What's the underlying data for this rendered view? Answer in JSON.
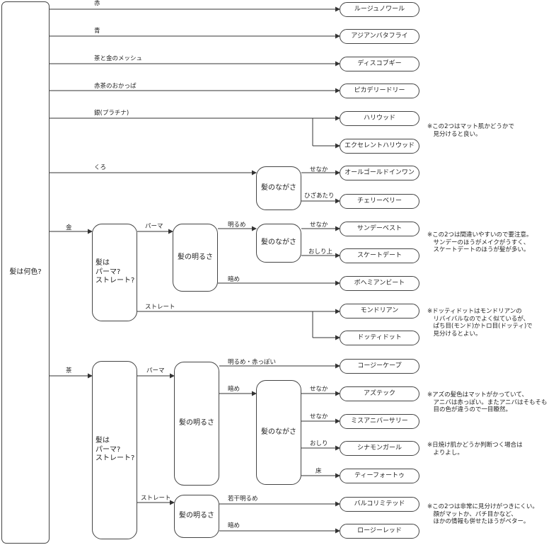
{
  "root": "髪は何色?",
  "colors": {
    "red": "赤",
    "blue": "青",
    "brown_gold_mesh": "茶と金のメッシュ",
    "red_brown_bob": "赤茶のおかっぱ",
    "silver": "銀(プラチナ)",
    "black": "くろ",
    "gold": "金",
    "brown": "茶"
  },
  "questions": {
    "perm_gold": "髪は\nパーマ?\nストレート?",
    "perm_brown": "髪は\nパーマ?\nストレート?",
    "brightness_gold": "髪の明るさ",
    "brightness_brown_perm": "髪の明るさ",
    "brightness_brown_straight": "髪の明るさ",
    "length_black": "髪のながさ",
    "length_gold": "髪のながさ",
    "length_brown": "髪のながさ"
  },
  "edges": {
    "back_black": "せなか",
    "hip_black": "ひざあたり",
    "perm_gold": "パーマ",
    "straight_gold": "ストレート",
    "bright_gold": "明るめ",
    "dark_gold": "暗め",
    "back_gold": "せなか",
    "hip_gold": "おしり上",
    "perm_brown": "パーマ",
    "straight_brown": "ストレート",
    "bright_reddish": "明るめ・赤っぽい",
    "dark_brown": "暗め",
    "back_brown_1": "せなか",
    "back_brown_2": "せなか",
    "hip_brown": "おしり",
    "floor_brown": "床",
    "slightly_bright": "若干明るめ",
    "dark_straight": "暗め"
  },
  "breeds": {
    "rouge_noir": "ルージュノワール",
    "asian_butterfly": "アジアンバタフライ",
    "disco_boogie": "ディスコブギー",
    "piccadilly": "ピカデリードリー",
    "hollywood": "ハリウッド",
    "excellent_hollywood": "エクセレントハリウッド",
    "all_golden_wing": "オールゴールドインワン",
    "cherry_berry": "チェリーベリー",
    "sundae_best": "サンデーベスト",
    "skate_date": "スケートデート",
    "bohemian_beat": "ボヘミアンビート",
    "mondrian": "モンドリアン",
    "dotty_dot": "ドッティドット",
    "cosy_cape": "コージーケープ",
    "aztec": "アズテック",
    "miss_anniversary": "ミスアニバーサリー",
    "cinnamon_girl": "シナモンガール",
    "tea_for_two": "ティーフォートゥ",
    "bal_limited": "バルコリミテッド",
    "rosy_red": "ロージーレッド"
  },
  "notes": {
    "hollywood": "※この2つはマット肌かどうかで\n　見分けると良い。",
    "sundae": "※この2つは間違いやすいので要注意。\n　サンデーのほうがメイクがうすく、\n　スケートデートのほうが髪が多い。",
    "mondrian": "※ドッティドットはモンドリアンの\n　リバイバルなのでよく似ているが、\n　ぱち目(モンド)かトロ目(ドッティ)で\n　見分けるとよい。",
    "aztec": "※アズの髪色はマットがかっていて、\n　アニバは赤っぽい。またアニバはそもそも\n　目の色が違うので一目瞭然。",
    "cinnamon": "※日焼け肌かどうか判断つく場合は\n　よりよし。",
    "bal": "※この2つは非常に見分けがつきにくい。\n　顔がマットか、パチ目かなど、\n　ほかの情報も併せたほうがベター。"
  }
}
